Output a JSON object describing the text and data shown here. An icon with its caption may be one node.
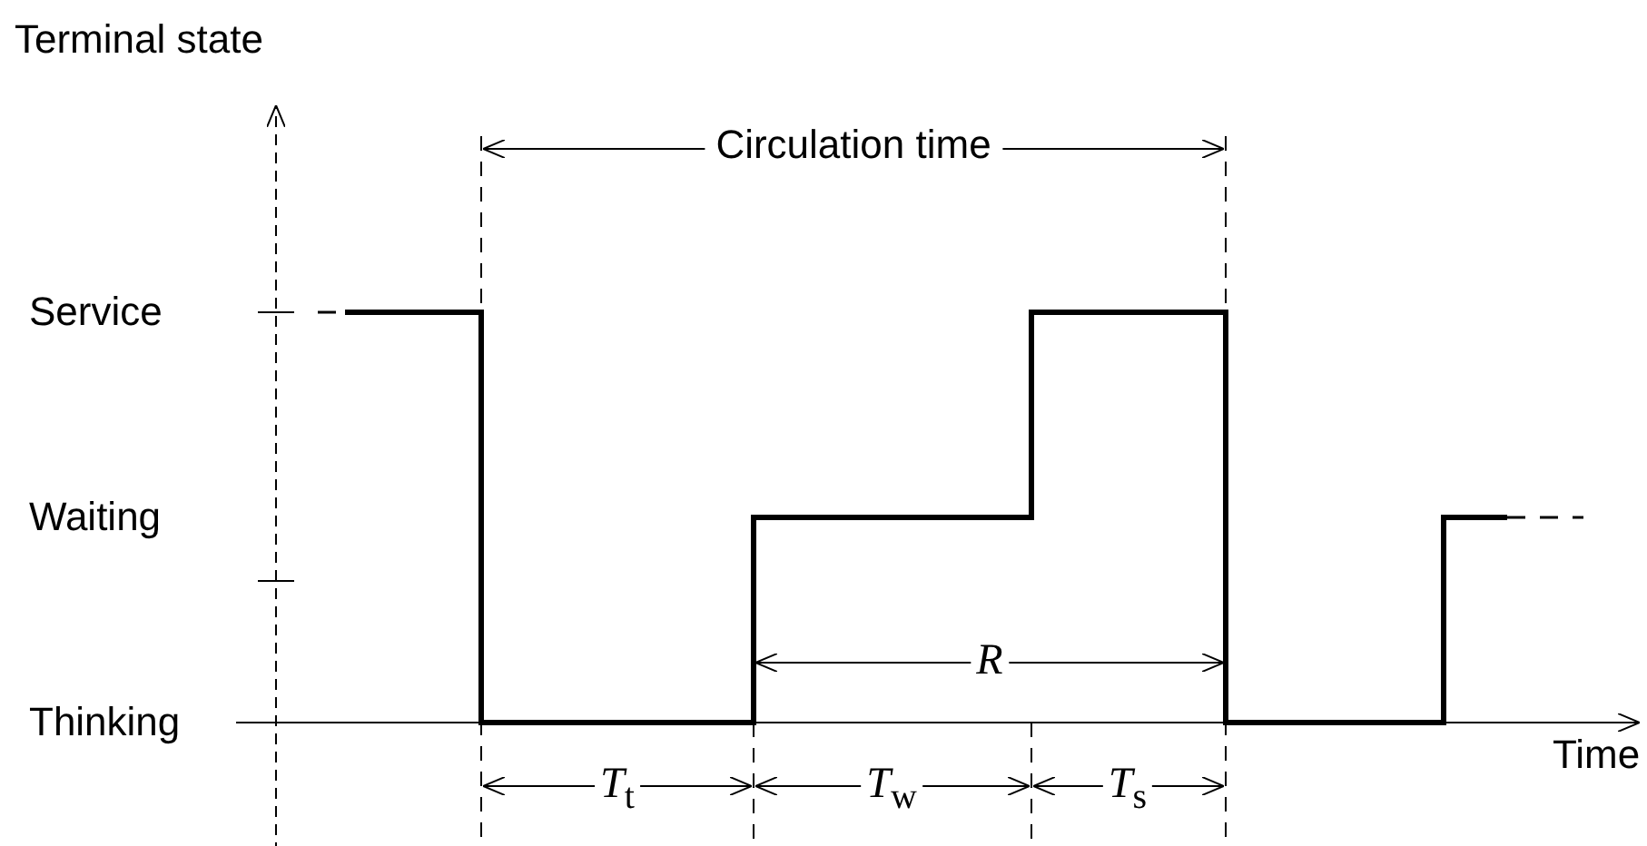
{
  "diagram": {
    "labels": [
      "Terminal state",
      "Circulation time",
      "Service",
      "Waiting",
      "*R*",
      "Thinking",
      "*T*$_{t}$",
      "*T*$_{w}$",
      "*T*$_{s}$",
      "Time"
    ]
  }
}
